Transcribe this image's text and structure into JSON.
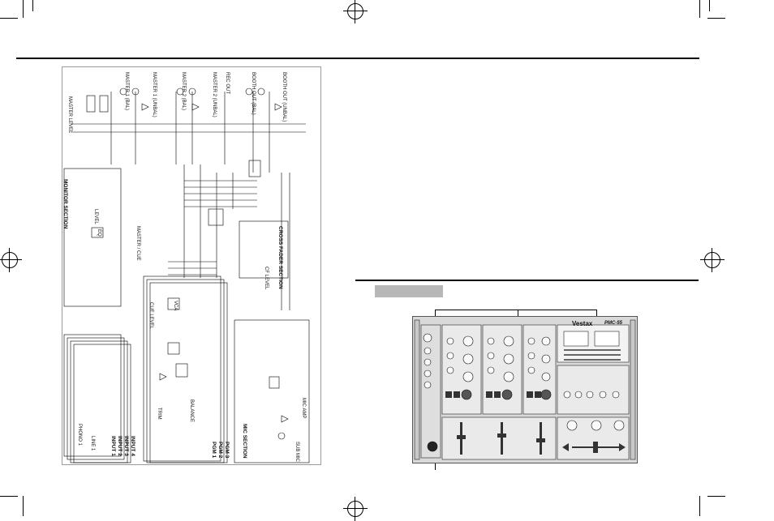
{
  "top_rule": true,
  "diagram": {
    "section_labels": {
      "monitor": "MONITOR SECTION",
      "crossfader": "CROSS FADER SECTION",
      "mic": "MIC SECTION"
    },
    "input_labels": [
      "INPUT 1",
      "INPUT 2",
      "INPUT 3",
      "INPUT 4"
    ],
    "pgm_labels": [
      "PGM 1",
      "PGM 2",
      "PGM 3"
    ],
    "output_labels": [
      "MASTER 1 (BAL)",
      "MASTER 1 (UNBAL)",
      "MASTER 2 (BAL)",
      "MASTER 2 (UNBAL)",
      "REC OUT",
      "BOOTH OUT (BAL)",
      "BOOTH OUT (UNBAL)"
    ],
    "misc_labels": {
      "master_level": "MASTER LEVEL",
      "phono": "PHONO 1",
      "line": "LINE 1",
      "trim": "TRIM",
      "balance": "BALANCE",
      "level": "LEVEL",
      "eq": "EQ",
      "vca": "VCA",
      "cue_level": "CUE LEVEL",
      "mic_amp": "MIC AMP",
      "sub_mic": "SUB MIC",
      "master_cue": "MASTER / CUE",
      "cf_level": "CF LEVEL"
    }
  },
  "mixer": {
    "brand": "Vestax",
    "model": "PMC-55"
  },
  "colors": {
    "ink": "#000000",
    "panel": "#d9d9d9",
    "header_bar": "#b7b7b7"
  }
}
